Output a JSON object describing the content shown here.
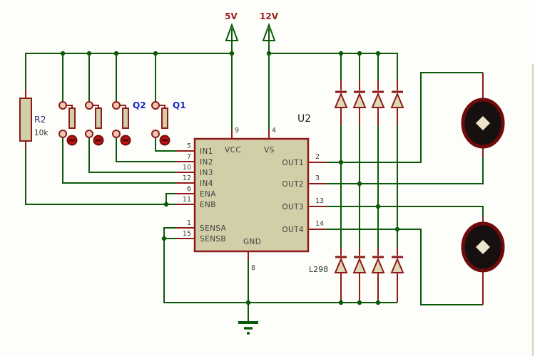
{
  "canvas": {
    "background": "#fdfdf9"
  },
  "colors": {
    "wire_green": "#0a5a0a",
    "component_maroon": "#8f1a1a",
    "component_body_fill": "#d2cfa8",
    "terminal_circle_fill": "#ecc9b2",
    "power_label_red": "#9e1b1b",
    "ref_label_blue": "#1525cd",
    "pin_text_gray": "#3d3d3d",
    "motor_fill": "#161010",
    "actuator_red": "#be1212"
  },
  "power_terminals": {
    "left": {
      "label": "5V"
    },
    "right": {
      "label": "12V"
    }
  },
  "resistor": {
    "ref": "R2",
    "value": "10k"
  },
  "buttons": [
    {
      "ref": ""
    },
    {
      "ref": ""
    },
    {
      "ref": "Q2"
    },
    {
      "ref": "Q1"
    }
  ],
  "ic": {
    "ref": "U2",
    "part": "L298",
    "left_pins": [
      {
        "num": "5",
        "name": "IN1"
      },
      {
        "num": "7",
        "name": "IN2"
      },
      {
        "num": "10",
        "name": "IN3"
      },
      {
        "num": "12",
        "name": "IN4"
      },
      {
        "num": "6",
        "name": "ENA"
      },
      {
        "num": "11",
        "name": "ENB"
      },
      {
        "num": "1",
        "name": "SENSA"
      },
      {
        "num": "15",
        "name": "SENSB"
      }
    ],
    "right_pins": [
      {
        "num": "2",
        "name": "OUT1"
      },
      {
        "num": "3",
        "name": "OUT2"
      },
      {
        "num": "13",
        "name": "OUT3"
      },
      {
        "num": "14",
        "name": "OUT4"
      }
    ],
    "top_pins": [
      {
        "num": "9",
        "name": "VCC"
      },
      {
        "num": "4",
        "name": "VS"
      }
    ],
    "bottom_pins": [
      {
        "num": "8",
        "name": "GND"
      }
    ]
  }
}
